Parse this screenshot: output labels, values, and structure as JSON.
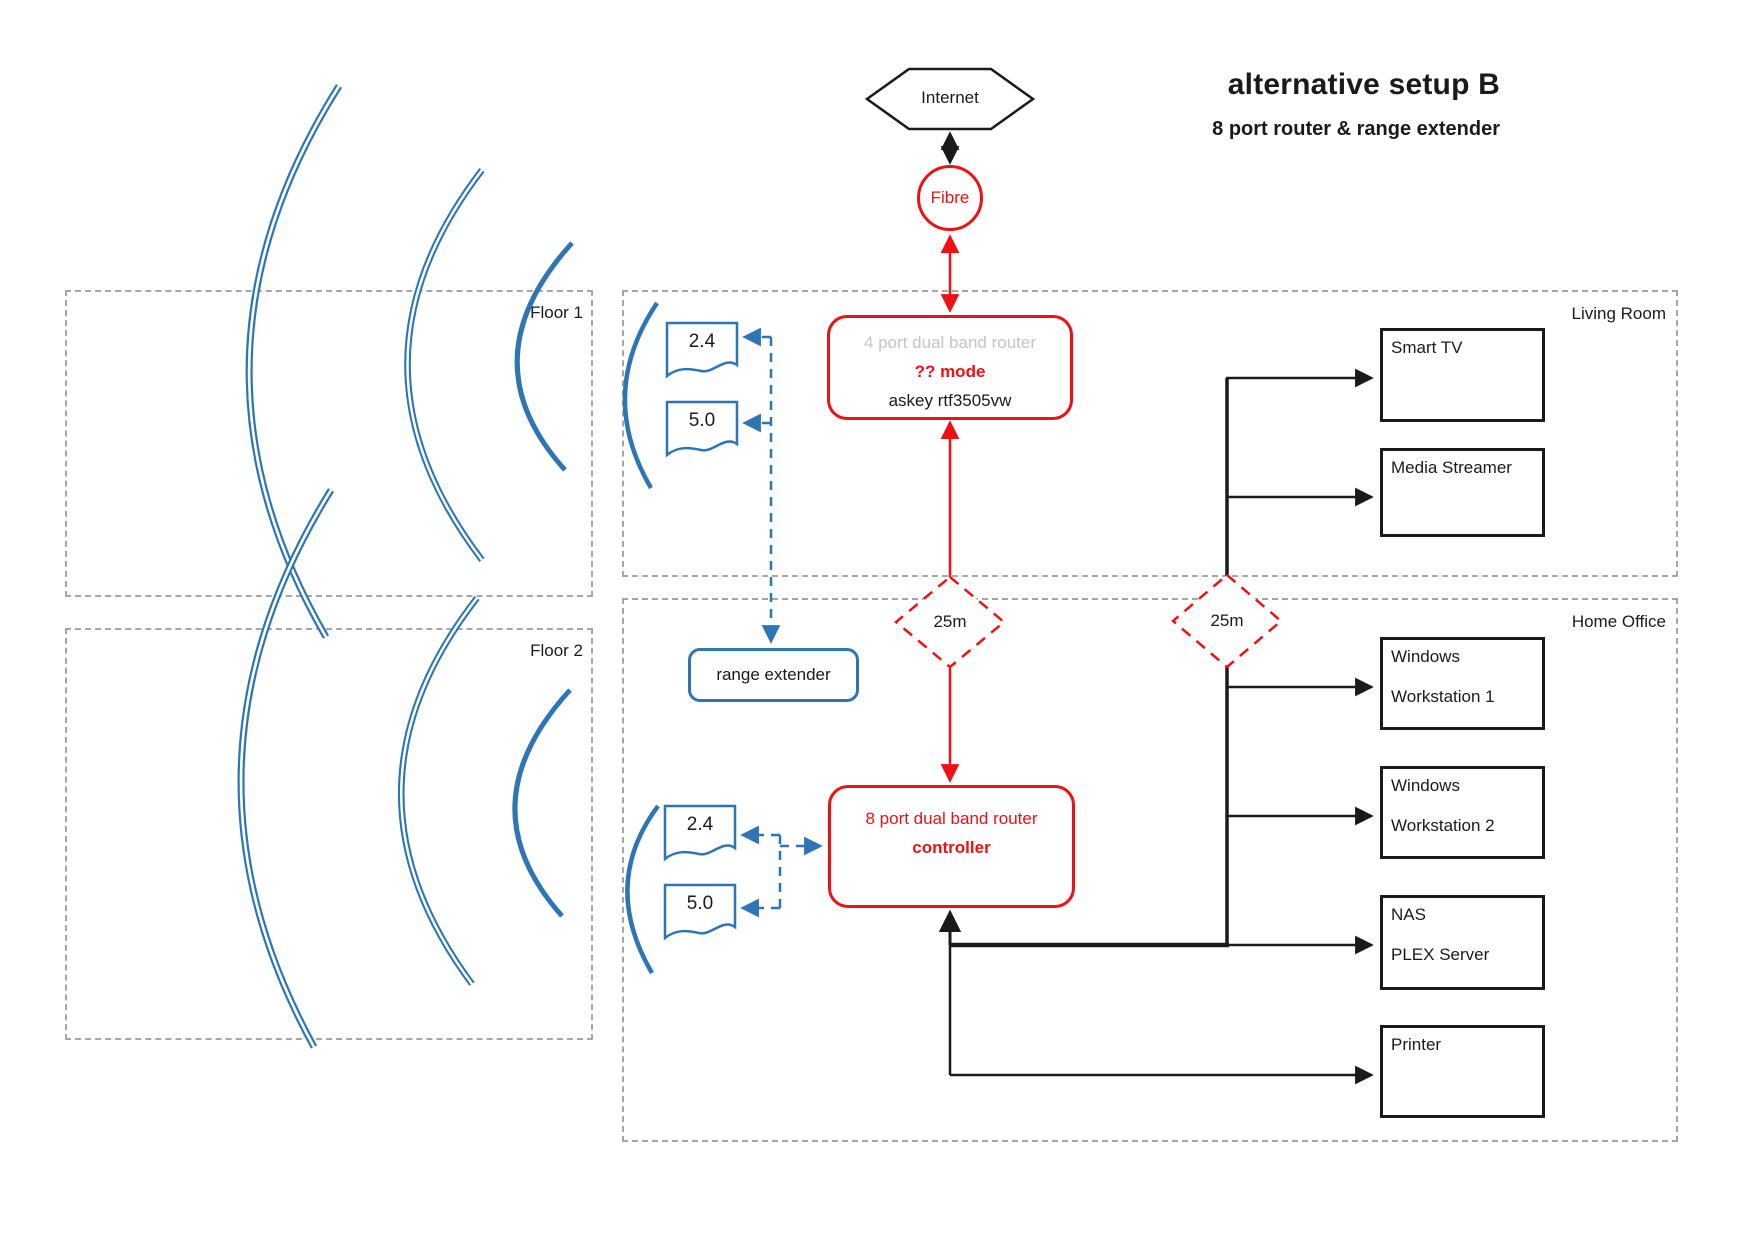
{
  "header": {
    "title": "alternative setup B",
    "subtitle": "8 port router & range extender"
  },
  "colors": {
    "red": "#ee1111",
    "blue": "#2e75b6",
    "region_dash": "#a6a6a6",
    "muted_text": "#c4c4c4",
    "black": "#1a1a1a"
  },
  "nodes": {
    "internet": {
      "label": "Internet"
    },
    "fibre": {
      "label": "Fibre"
    },
    "router_4port": {
      "name": "4 port dual band router",
      "mode": "?? mode",
      "model": "askey rtf3505vw"
    },
    "router_8port": {
      "name": "8 port dual band router",
      "role": "controller"
    },
    "range_extender": {
      "label": "range extender"
    }
  },
  "regions": {
    "floor1": {
      "label": "Floor 1"
    },
    "floor2": {
      "label": "Floor 2"
    },
    "living_room": {
      "label": "Living Room"
    },
    "home_office": {
      "label": "Home Office"
    }
  },
  "wifi_bands": {
    "floor1": {
      "band24": "2.4",
      "band50": "5.0"
    },
    "floor2": {
      "band24": "2.4",
      "band50": "5.0"
    }
  },
  "distances": {
    "left": "25m",
    "right": "25m"
  },
  "devices": {
    "living_room": [
      {
        "lines": [
          "Smart TV"
        ]
      },
      {
        "lines": [
          "Media Streamer"
        ]
      }
    ],
    "home_office": [
      {
        "lines": [
          "Windows",
          "Workstation 1"
        ]
      },
      {
        "lines": [
          "Windows",
          "Workstation 2"
        ]
      },
      {
        "lines": [
          "NAS",
          "PLEX Server"
        ]
      },
      {
        "lines": [
          "Printer"
        ]
      }
    ]
  }
}
